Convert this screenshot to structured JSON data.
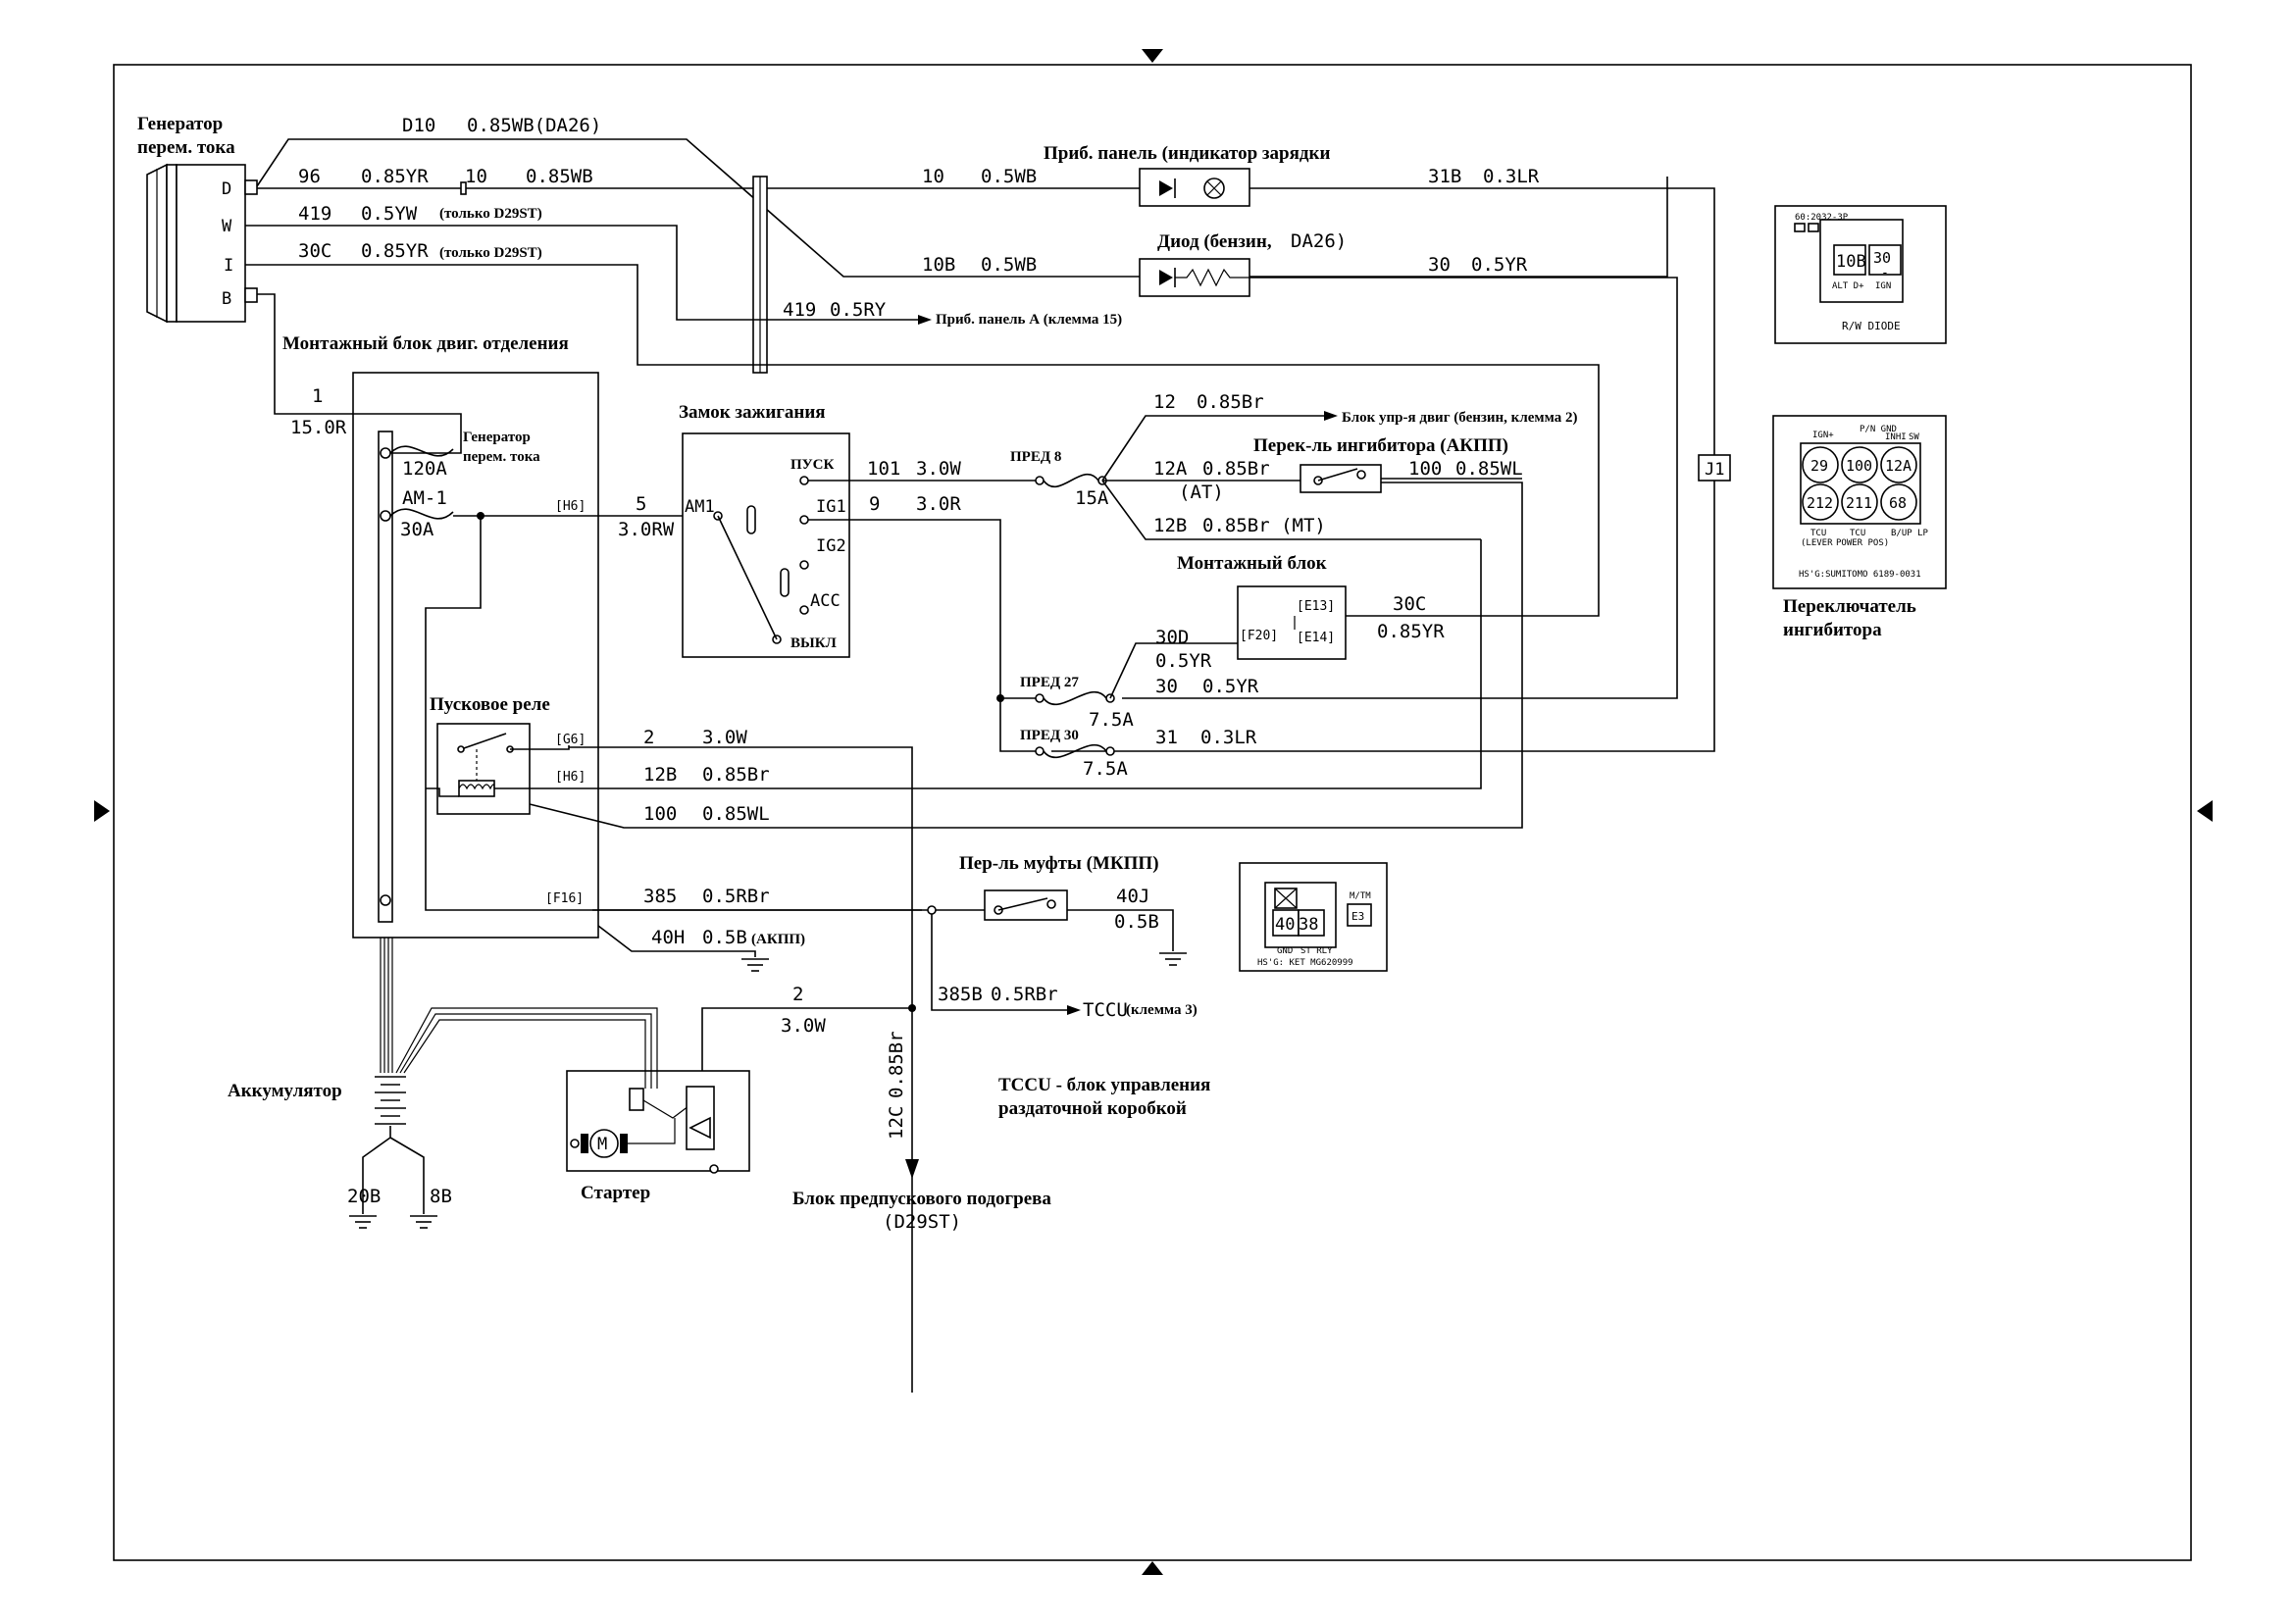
{
  "components": {
    "alternator": {
      "title1": "Генератор",
      "title2": "перем. тока",
      "pin_d": "D",
      "pin_w": "W",
      "pin_i": "I",
      "pin_b": "B"
    },
    "engine_box": {
      "title": "Монтажный блок двиг. отделения",
      "alt_label1": "Генератор",
      "alt_label2": "перем. тока",
      "fuse1": "120A",
      "fuse2_name": "AM-1",
      "fuse2": "30A",
      "conn_h6_top": "[H6]",
      "conn_g6": "[G6]",
      "conn_h6": "[H6]",
      "conn_f16": "[F16]"
    },
    "starter_relay": {
      "title": "Пусковое реле"
    },
    "ignition": {
      "title": "Замок зажигания",
      "am1": "AM1",
      "start": "ПУСК",
      "ig1": "IG1",
      "ig2": "IG2",
      "acc": "ACC",
      "off": "ВЫКЛ"
    },
    "instrument_charge": {
      "title": "Приб. панель (индикатор зарядки"
    },
    "diode": {
      "title": "Диод (бензин,",
      "title_code": "DA26)"
    },
    "instrument_a": {
      "label": "Приб. панель А (клемма 15)"
    },
    "ecu": {
      "label": "Блок упр-я двиг (бензин, клемма 2)"
    },
    "inhibitor_switch": {
      "title": "Перек-ль ингибитора (АКПП)"
    },
    "junction_box": {
      "title": "Монтажный блок",
      "e13": "[E13]",
      "f20": "[F20]",
      "e14": "[E14]"
    },
    "fuses": {
      "f8_name": "ПРЕД 8",
      "f8": "15A",
      "f27_name": "ПРЕД 27",
      "f27": "7.5A",
      "f30_name": "ПРЕД 30",
      "f30": "7.5A"
    },
    "clutch": {
      "title": "Пер-ль муфты (МКПП)"
    },
    "battery": {
      "title": "Аккумулятор",
      "g1": "20B",
      "g2": "8B"
    },
    "starter": {
      "title": "Стартер",
      "motor": "M"
    },
    "glow": {
      "title": "Блок предпускового подогрева",
      "code": "(D29ST)"
    },
    "tccu": {
      "arrow_label": "TCCU",
      "arrow_note": "(клемма 3)",
      "note1": "TCCU - блок управления",
      "note2": "раздаточной коробкой"
    },
    "j1": {
      "label": "J1"
    }
  },
  "wires": {
    "d10": {
      "num": "D10",
      "spec": "0.85WB(DA26)"
    },
    "w96": {
      "num": "96",
      "spec": "0.85YR"
    },
    "w10": {
      "num": "10",
      "spec": "0.85WB"
    },
    "w10b": {
      "num": "10",
      "spec": "0.5WB"
    },
    "w31b": {
      "num": "31B",
      "spec": "0.3LR"
    },
    "w419a": {
      "num": "419",
      "spec": "0.5YW",
      "note": "(только D29ST)"
    },
    "w30c_top": {
      "num": "30C",
      "spec": "0.85YR",
      "note": "(только D29ST)"
    },
    "w10bb": {
      "num": "10B",
      "spec": "0.5WB"
    },
    "w30_diode": {
      "num": "30",
      "spec": "0.5YR"
    },
    "w419b": {
      "num": "419",
      "spec": "0.5RY"
    },
    "w1": {
      "num": "1",
      "spec": "15.0R"
    },
    "w12": {
      "num": "12",
      "spec": "0.85Br"
    },
    "w101": {
      "num": "101",
      "spec": "3.0W"
    },
    "w12a": {
      "num": "12A",
      "spec": "0.85Br",
      "note": "(AT)"
    },
    "w100_top": {
      "num": "100",
      "spec": "0.85WL"
    },
    "w12b_mt": {
      "num": "12B",
      "spec": "0.85Br (MT)"
    },
    "w5": {
      "num": "5",
      "spec": "3.0RW"
    },
    "w9": {
      "num": "9",
      "spec": "3.0R"
    },
    "w30c_jb": {
      "num": "30C",
      "spec": "0.85YR"
    },
    "w30d": {
      "num": "30D",
      "spec": "0.5YR"
    },
    "w30": {
      "num": "30",
      "spec": "0.5YR"
    },
    "w31": {
      "num": "31",
      "spec": "0.3LR"
    },
    "w2": {
      "num": "2",
      "spec": "3.0W"
    },
    "w12b": {
      "num": "12B",
      "spec": "0.85Br"
    },
    "w100": {
      "num": "100",
      "spec": "0.85WL"
    },
    "w385": {
      "num": "385",
      "spec": "0.5RBr"
    },
    "w40j": {
      "num": "40J",
      "spec": "0.5B"
    },
    "w40h": {
      "num": "40H",
      "spec": "0.5B",
      "note": "(АКПП)"
    },
    "w385b": {
      "num": "385B",
      "spec": "0.5RBr"
    },
    "w2_starter": {
      "num": "2",
      "spec": "3.0W"
    },
    "w12c": {
      "num": "12C",
      "spec": "0.85Br"
    }
  },
  "connectors": {
    "rw_diode": {
      "pins_tl": "60:2032-3P",
      "p1": "10B",
      "p2": "30",
      "p2b": "-",
      "alt": "ALT D+",
      "ign": "IGN",
      "label": "R/W DIODE"
    },
    "inhibitor": {
      "title1": "Переключатель",
      "title2": "ингибитора",
      "ign": "IGN+",
      "pn": "P/N GND",
      "inh": "INHI",
      "sw": "SW",
      "p29": "29",
      "p100": "100",
      "p12a": "12A",
      "p212": "212",
      "p211": "211",
      "p68": "68",
      "tcu1": "TCU",
      "lever": "(LEVER",
      "tcu2": "TCU",
      "power": "POWER POS)",
      "bup": "B/UP LP",
      "part": "HS'G:SUMITOMO 6189-0031"
    },
    "relay": {
      "p40": "40",
      "p38": "38",
      "mtm": "M/TM",
      "e3": "E3",
      "gnd": "GND",
      "st": "ST RLY",
      "part": "HS'G: KET MG620999"
    }
  }
}
